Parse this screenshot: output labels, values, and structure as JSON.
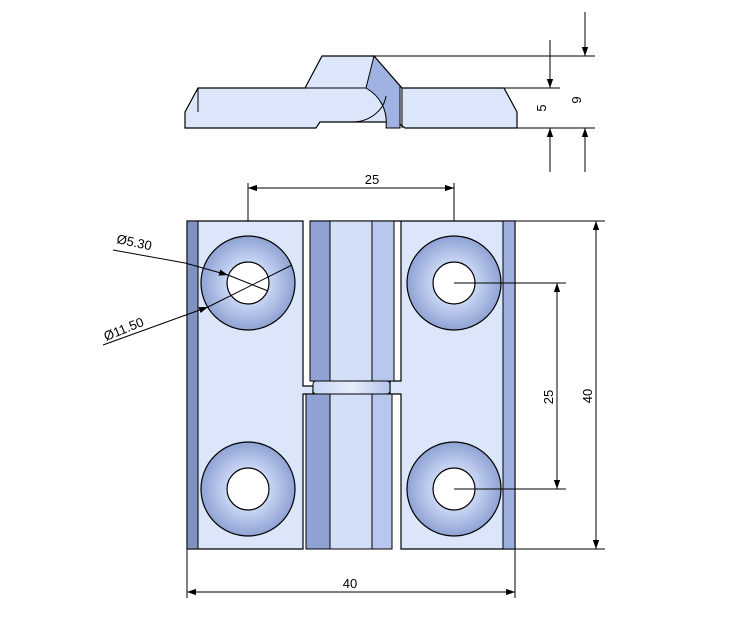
{
  "dimensions": {
    "top_offset": "5",
    "top_height": "9",
    "hole_spacing_horizontal": "25",
    "hole_spacing_vertical": "25",
    "overall_height": "40",
    "overall_width": "40",
    "hole_diameter": "Ø5.30",
    "counterbore_diameter": "Ø11.50"
  },
  "colors": {
    "part_light": "#dce6fb",
    "part_mid": "#b9c9ee",
    "part_dark": "#7f92bf",
    "counterbore": "#8ea3d6",
    "outline": "#000000"
  }
}
